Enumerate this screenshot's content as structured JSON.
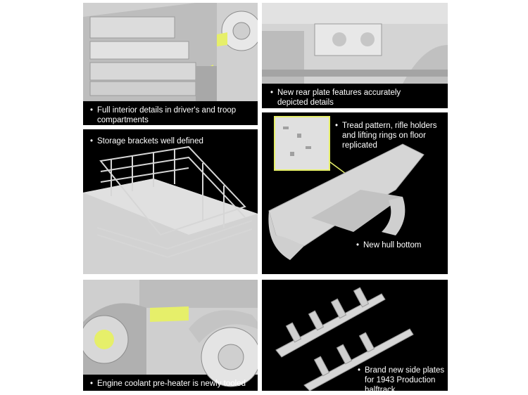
{
  "panels": [
    {
      "id": "interior",
      "caption": [
        "Full interior details in driver's and troop",
        "compartments"
      ]
    },
    {
      "id": "rear-plate",
      "caption": [
        "New rear plate features accurately",
        "depicted details"
      ]
    },
    {
      "id": "storage",
      "caption": [
        "Storage brackets well defined"
      ]
    },
    {
      "id": "hull",
      "caption_top": [
        "Tread pattern, rifle holders",
        "and lifting rings on floor",
        "replicated"
      ],
      "caption_bottom": [
        "New hull bottom"
      ]
    },
    {
      "id": "engine",
      "caption": [
        "Engine coolant pre-heater is newly tooled"
      ]
    },
    {
      "id": "side-plates",
      "caption": [
        "Brand new side plates",
        "for 1943 Production",
        "halftrack"
      ]
    }
  ],
  "bullet": "•",
  "colors": {
    "panel_bg": "#000000",
    "model_grey": "#c8c8c8",
    "highlight": "#e6ef6a",
    "text": "#ffffff"
  }
}
